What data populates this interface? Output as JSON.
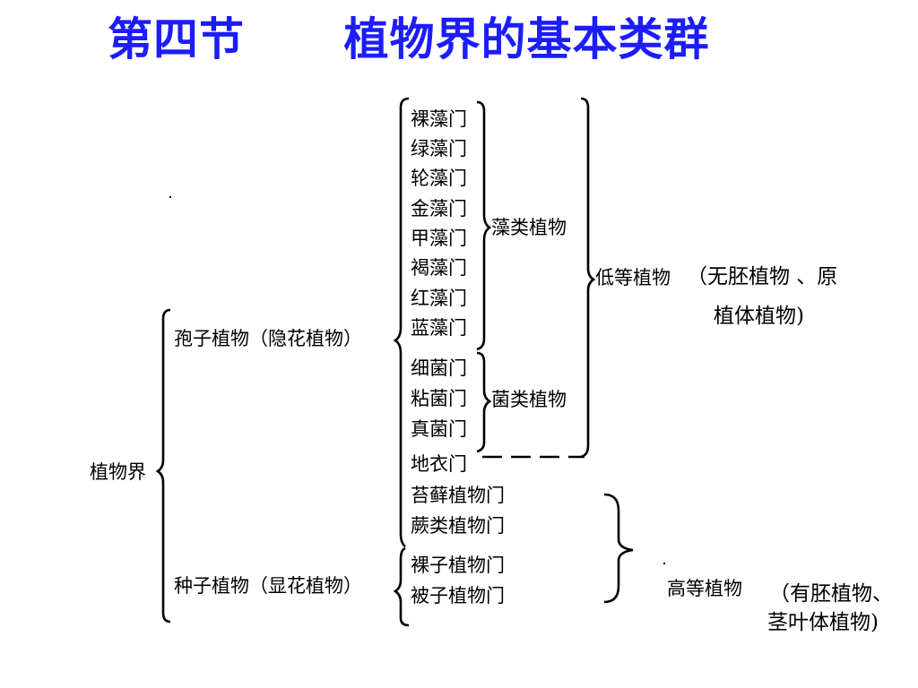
{
  "title": {
    "section": "第四节",
    "heading": "植物界的基本类群"
  },
  "root": "植物界",
  "spore_plants": "孢子植物（隐花植物）",
  "seed_plants": "种子植物（显花植物）",
  "algae_phyla": [
    "裸藻门",
    "绿藻门",
    "轮藻门",
    "金藻门",
    "甲藻门",
    "褐藻门",
    "红藻门",
    "蓝藻门"
  ],
  "fungi_phyla": [
    "细菌门",
    "粘菌门",
    "真菌门"
  ],
  "lichen_phylum": "地衣门",
  "higher_spore_phyla": [
    "苔藓植物门",
    "蕨类植物门"
  ],
  "seed_phyla": [
    "裸子植物门",
    "被子植物门"
  ],
  "algae_group": "藻类植物",
  "fungi_group": "菌类植物",
  "lower_plants": {
    "name": "低等植物",
    "note_line1": "（无胚植物 、原",
    "note_line2": "植体植物)"
  },
  "higher_plants": {
    "name": "高等植物",
    "note_line1": "（有胚植物、",
    "note_line2": "茎叶体植物)"
  },
  "colors": {
    "title": "#1c1cff",
    "text": "#000000",
    "background": "#ffffff"
  }
}
